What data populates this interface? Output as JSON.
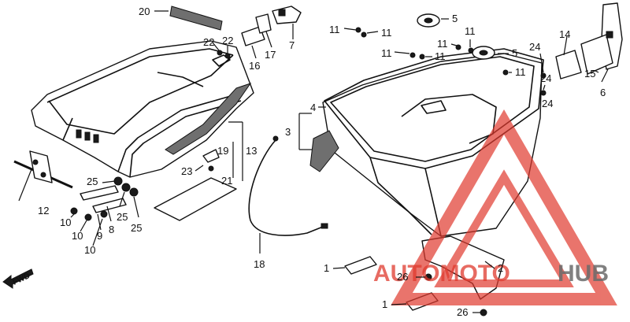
{
  "labels": {
    "l1a": "1",
    "l1b": "1",
    "l2": "2",
    "l3": "3",
    "l4": "4",
    "l5a": "5",
    "l5b": "5",
    "l6": "6",
    "l7": "7",
    "l8": "8",
    "l9": "9",
    "l10a": "10",
    "l10b": "10",
    "l10c": "10",
    "l11a": "11",
    "l11b": "11",
    "l11c": "11",
    "l11d": "11",
    "l11e": "11",
    "l11f": "11",
    "l11g": "11",
    "l12": "12",
    "l13": "13",
    "l14": "14",
    "l15": "15",
    "l16": "16",
    "l17": "17",
    "l18": "18",
    "l19": "19",
    "l20": "20",
    "l21": "21",
    "l22a": "22",
    "l22b": "22",
    "l23": "23",
    "l24a": "24",
    "l24b": "24",
    "l24c": "24",
    "l25a": "25",
    "l25b": "25",
    "l25c": "25",
    "l26a": "26",
    "l26b": "26",
    "fwd": "FWD"
  },
  "watermark": {
    "word_a": "AUTOMOTO",
    "word_b": "HUB",
    "color_red": "#e03a2e",
    "color_gray": "#6b6b6b"
  }
}
